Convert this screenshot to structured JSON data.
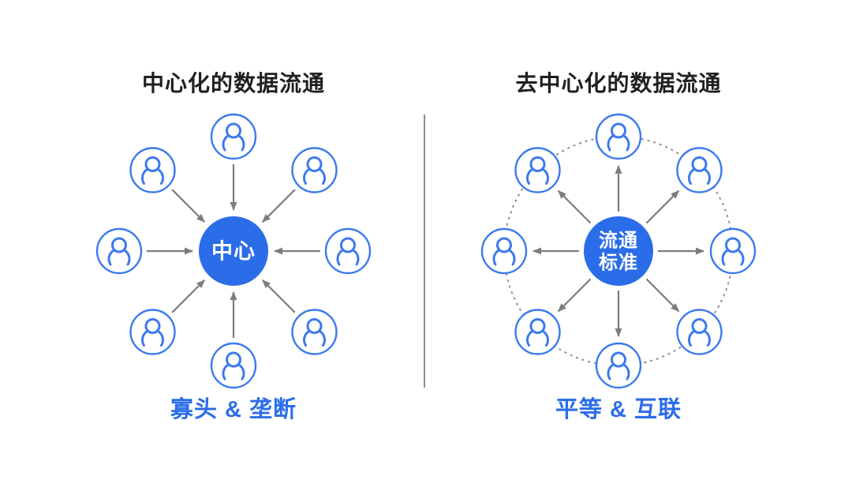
{
  "diagram": {
    "colors": {
      "primary_blue": "#2b6de9",
      "icon_blue": "#3c7aec",
      "arrow_gray": "#7d7d7d",
      "ring_gray": "#8f8f8f",
      "divider_gray": "#8c8c8c",
      "title_dark": "#1f1f1f",
      "background": "#ffffff"
    },
    "panels": [
      {
        "id": "centralized",
        "title": "中心化的数据流通",
        "center_label_lines": [
          "中心"
        ],
        "node_count": 8,
        "node_icon": "user-icon",
        "arrow_direction": "inward",
        "dashed_ring": false,
        "caption": "寡头 & 垄断"
      },
      {
        "id": "decentralized",
        "title": "去中心化的数据流通",
        "center_label_lines": [
          "流通",
          "标准"
        ],
        "node_count": 8,
        "node_icon": "user-icon",
        "arrow_direction": "outward",
        "dashed_ring": true,
        "caption": "平等 & 互联"
      }
    ]
  }
}
